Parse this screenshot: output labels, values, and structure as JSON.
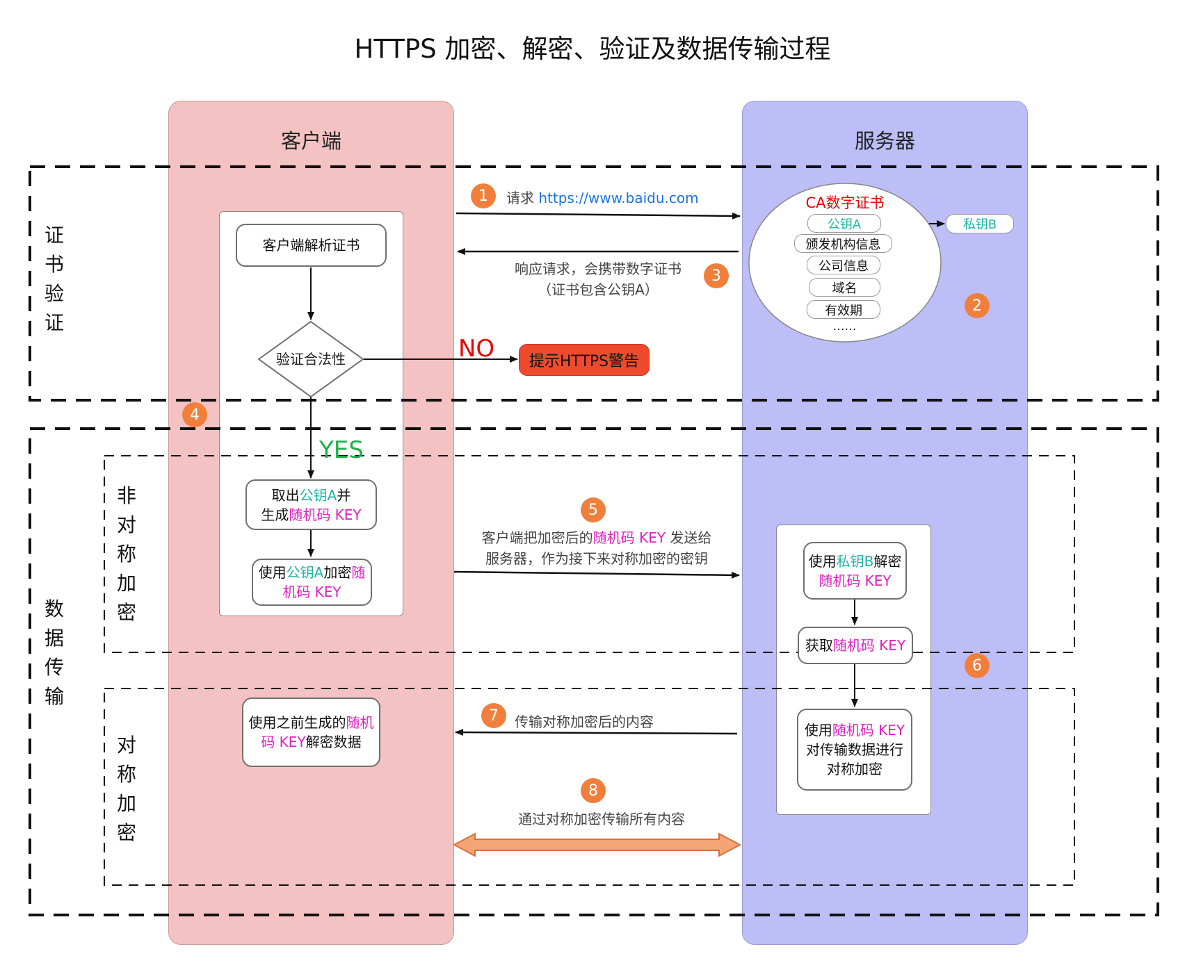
{
  "title": "HTTPS 加密、解密、验证及数据传输过程",
  "lanes": {
    "client": "客户端",
    "server": "服务器"
  },
  "sections": {
    "cert": "证书验证",
    "data": "数据传输",
    "asym": "非对称加密",
    "sym": "对称加密"
  },
  "client": {
    "parse": "客户端解析证书",
    "verify": "验证合法性",
    "yes": "YES",
    "no": "NO",
    "warn": "提示HTTPS警告",
    "take_a": "取出",
    "take_b": "公钥A",
    "take_c": "并",
    "take_d": "生成",
    "take_e": "随机码 KEY",
    "enc_a": "使用",
    "enc_b": "公钥A",
    "enc_c": "加密",
    "enc_d": "随",
    "enc_e": "机码 KEY",
    "dec_a": "使用之前生成的",
    "dec_b": "随机",
    "dec_c": "码 KEY",
    "dec_d": "解密数据"
  },
  "server": {
    "ca_title": "CA数字证书",
    "ca_items": [
      "公钥A",
      "颁发机构信息",
      "公司信息",
      "域名",
      "有效期",
      "……"
    ],
    "private_key": "私钥B",
    "dec_a": "使用",
    "dec_b": "私钥B",
    "dec_c": "解密",
    "dec_d": "随机码 KEY",
    "get_a": "获取",
    "get_b": "随机码 KEY",
    "sym_a": "使用",
    "sym_b": "随机码 KEY",
    "sym_c": "对传输数据进行",
    "sym_d": "对称加密"
  },
  "messages": {
    "m1_a": "请求 ",
    "m1_b": "https://www.baidu.com",
    "m3_line1": "响应请求，会携带数字证书",
    "m3_line2": "（证书包含公钥A）",
    "m5_a": "客户端把加密后的",
    "m5_b": "随机码 KEY",
    "m5_c": " 发送给",
    "m5_line2": "服务器，作为接下来对称加密的密钥",
    "m7": "传输对称加密后的内容",
    "m8": "通过对称加密传输所有内容"
  },
  "badges": [
    "1",
    "2",
    "3",
    "4",
    "5",
    "6",
    "7",
    "8"
  ],
  "colors": {
    "client_lane": "#f4c2c2",
    "server_lane": "#bdbdf7",
    "badge": "#f07f3c",
    "warning": "#f04a2e",
    "public_key": "#1fb5a5",
    "random_key": "#e020c0",
    "link": "#1a73e8",
    "no": "#f00000",
    "yes": "#1db14a",
    "double_arrow": "#f5a574"
  }
}
